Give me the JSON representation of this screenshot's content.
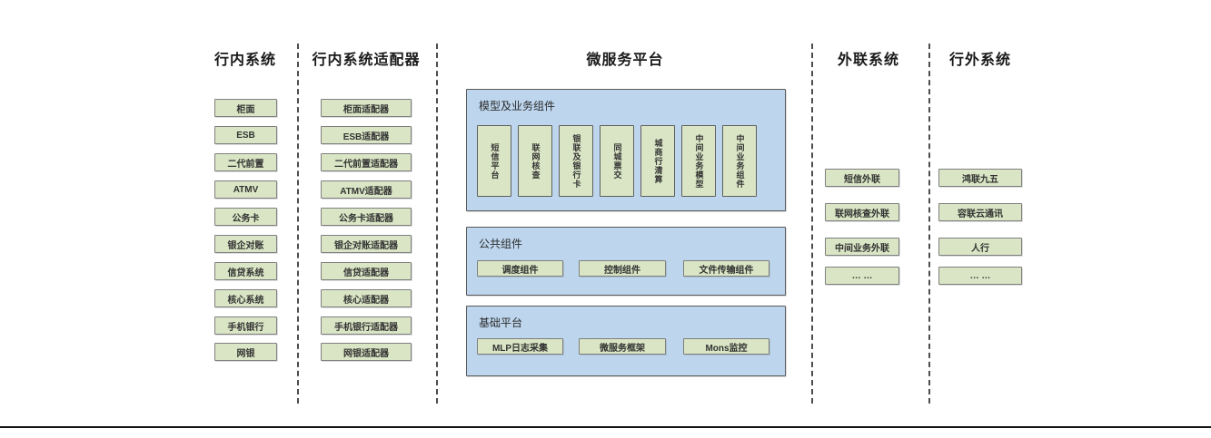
{
  "columns": {
    "c1": {
      "title": "行内系统",
      "items": [
        "柜面",
        "ESB",
        "二代前置",
        "ATMV",
        "公务卡",
        "银企对账",
        "信贷系统",
        "核心系统",
        "手机银行",
        "网银"
      ]
    },
    "c2": {
      "title": "行内系统适配器",
      "items": [
        "柜面适配器",
        "ESB适配器",
        "二代前置适配器",
        "ATMV适配器",
        "公务卡适配器",
        "银企对账适配器",
        "信贷适配器",
        "核心适配器",
        "手机银行适配器",
        "网银适配器"
      ]
    },
    "c3": {
      "title": "微服务平台",
      "group1": {
        "title": "模型及业务组件",
        "items": [
          "短信平台",
          "联网核查",
          "银联及银行卡",
          "同城票交",
          "城商行清算",
          "中间业务模型",
          "中间业务组件"
        ]
      },
      "group2": {
        "title": "公共组件",
        "items": [
          "调度组件",
          "控制组件",
          "文件传输组件"
        ]
      },
      "group3": {
        "title": "基础平台",
        "items": [
          "MLP日志采集",
          "微服务框架",
          "Mons监控"
        ]
      }
    },
    "c4": {
      "title": "外联系统",
      "items": [
        "短信外联",
        "联网核查外联",
        "中间业务外联",
        "… …"
      ]
    },
    "c5": {
      "title": "行外系统",
      "items": [
        "鸿联九五",
        "容联云通讯",
        "人行",
        "… …"
      ]
    }
  },
  "colors": {
    "box_green": "#d9e5c4",
    "box_green_border": "#7f7f7f",
    "container_blue": "#bdd6ee",
    "container_blue_border": "#5a5a5a",
    "dashed_divider": "#4d4d4d",
    "bottom_rule": "#111111"
  }
}
